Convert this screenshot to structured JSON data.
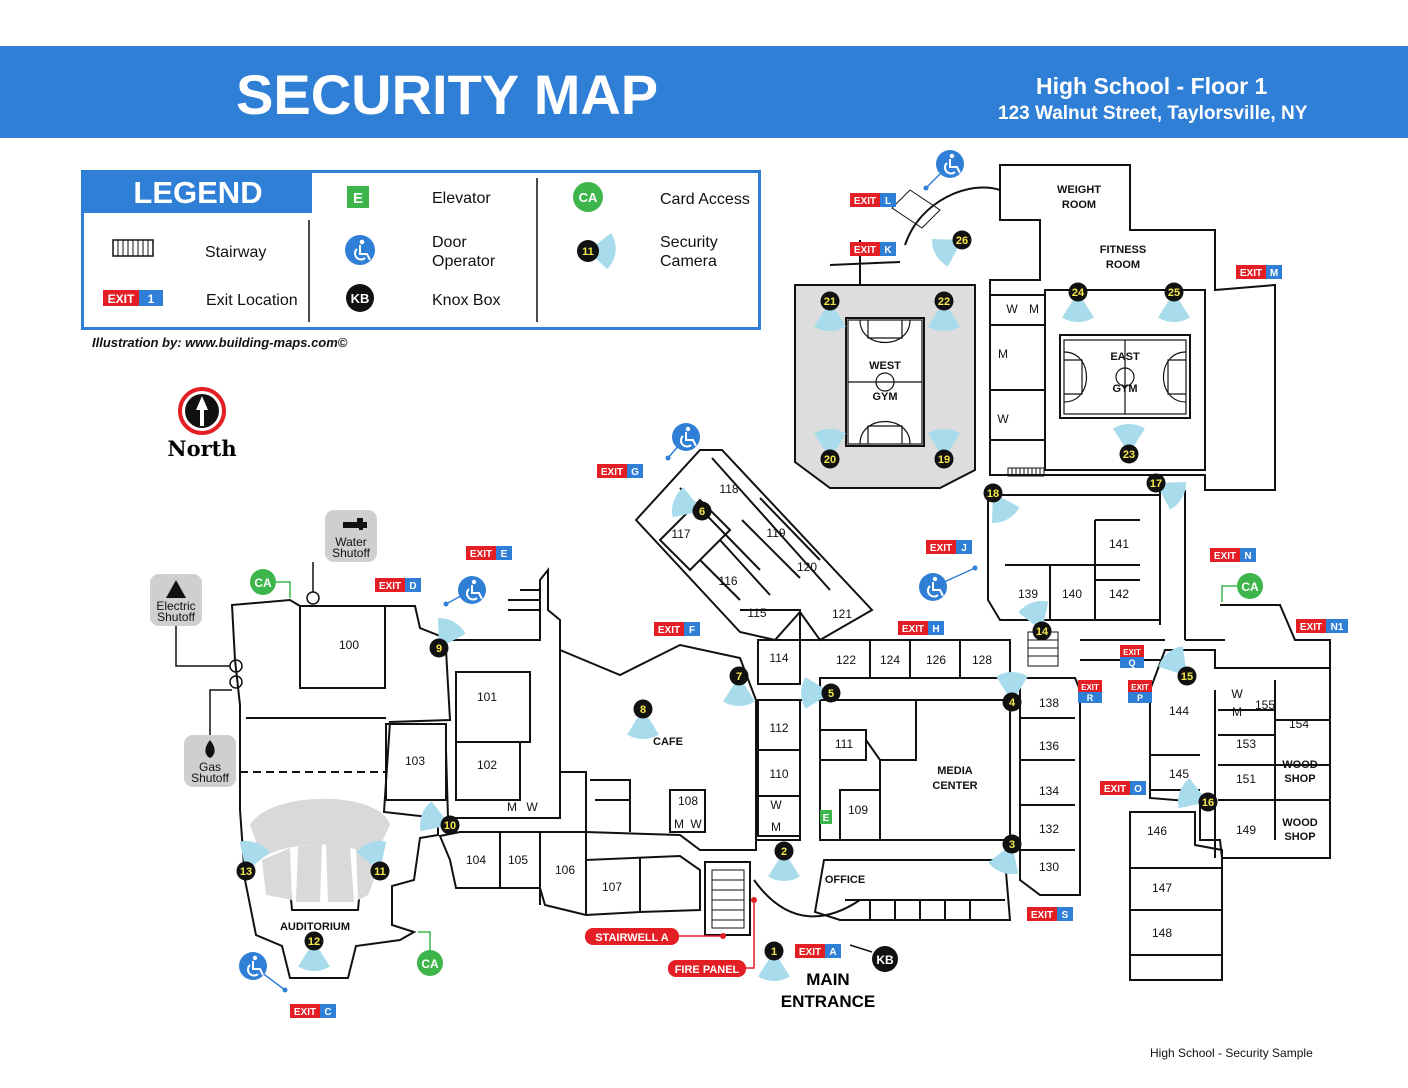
{
  "header": {
    "title": "SECURITY MAP",
    "subtitle_building": "High School - Floor 1",
    "subtitle_address": "123 Walnut Street, Taylorsville, NY",
    "banner_color": "#2f7fd6"
  },
  "legend": {
    "title": "LEGEND",
    "stairway": "Stairway",
    "exit_location": "Exit Location",
    "elevator": "Elevator",
    "door_operator_1": "Door",
    "door_operator_2": "Operator",
    "knox_box": "Knox Box",
    "card_access": "Card Access",
    "security_camera_1": "Security",
    "security_camera_2": "Camera",
    "elevator_symbol": "E",
    "card_access_symbol": "CA",
    "knox_symbol": "KB",
    "camera_symbol": "11",
    "exit_word": "EXIT",
    "exit_symbol": "1"
  },
  "credit": "Illustration by:  www.building-maps.com©",
  "compass": "North",
  "footer": "High School - Security Sample",
  "utilities": {
    "water_1": "Water",
    "water_2": "Shutoff",
    "electric_1": "Electric",
    "electric_2": "Shutoff",
    "gas_1": "Gas",
    "gas_2": "Shutoff"
  },
  "labels": {
    "weight_room_1": "WEIGHT",
    "weight_room_2": "ROOM",
    "fitness_room_1": "FITNESS",
    "fitness_room_2": "ROOM",
    "west_gym_1": "WEST",
    "west_gym_2": "GYM",
    "east_gym_1": "EAST",
    "east_gym_2": "GYM",
    "cafe": "CAFE",
    "media_1": "MEDIA",
    "media_2": "CENTER",
    "office": "OFFICE",
    "auditorium": "AUDITORIUM",
    "wood_shop_1a": "WOOD",
    "wood_shop_1b": "SHOP",
    "wood_shop_2a": "WOOD",
    "wood_shop_2b": "SHOP",
    "main_entrance_1": "MAIN",
    "main_entrance_2": "ENTRANCE",
    "stairwell_a": "STAIRWELL A",
    "fire_panel": "FIRE PANEL",
    "restroom_w": "W",
    "restroom_m": "M",
    "elevator": "E"
  },
  "rooms": [
    "100",
    "101",
    "102",
    "103",
    "104",
    "105",
    "106",
    "107",
    "108",
    "109",
    "110",
    "111",
    "112",
    "114",
    "115",
    "116",
    "117",
    "118",
    "119",
    "120",
    "121",
    "122",
    "124",
    "126",
    "128",
    "130",
    "132",
    "134",
    "136",
    "138",
    "139",
    "140",
    "141",
    "142",
    "144",
    "145",
    "146",
    "147",
    "148",
    "149",
    "151",
    "153",
    "154",
    "155"
  ],
  "exits": [
    "A",
    "C",
    "D",
    "E",
    "F",
    "G",
    "H",
    "J",
    "K",
    "L",
    "M",
    "N",
    "N1",
    "O",
    "P",
    "Q",
    "R",
    "S"
  ],
  "cameras": [
    "1",
    "2",
    "3",
    "4",
    "5",
    "6",
    "7",
    "8",
    "9",
    "10",
    "11",
    "12",
    "13",
    "14",
    "15",
    "16",
    "17",
    "18",
    "19",
    "20",
    "21",
    "22",
    "23",
    "24",
    "25",
    "26"
  ],
  "card_access": [
    "CA",
    "CA",
    "CA"
  ],
  "knox": "KB",
  "colors": {
    "exit_red": "#e31e24",
    "exit_blue": "#2f7fd6",
    "camera_cone": "#a8dcec",
    "card_access": "#3db54a",
    "accessibility": "#2f7fd6",
    "utility_gray": "#cfcfcf"
  }
}
